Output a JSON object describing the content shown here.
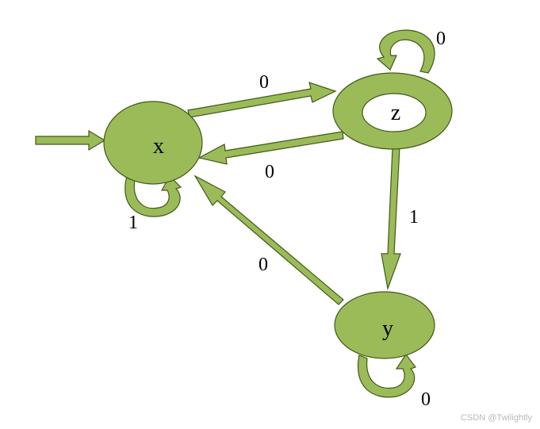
{
  "states": [
    {
      "id": "x",
      "label": "x",
      "initial": true,
      "accepting": false
    },
    {
      "id": "z",
      "label": "z",
      "initial": false,
      "accepting": true
    },
    {
      "id": "y",
      "label": "y",
      "initial": false,
      "accepting": false
    }
  ],
  "transitions": [
    {
      "from": "x",
      "to": "z",
      "label": "0"
    },
    {
      "from": "z",
      "to": "x",
      "label": "0"
    },
    {
      "from": "z",
      "to": "y",
      "label": "1"
    },
    {
      "from": "y",
      "to": "x",
      "label": "0"
    },
    {
      "from": "x",
      "to": "x",
      "label": "1"
    },
    {
      "from": "z",
      "to": "z",
      "label": "0"
    },
    {
      "from": "y",
      "to": "y",
      "label": "0"
    }
  ],
  "colors": {
    "fill": "#9bbb59",
    "stroke": "#3f5a17",
    "text": "#000000"
  },
  "watermark": "CSDN @Twilightly"
}
